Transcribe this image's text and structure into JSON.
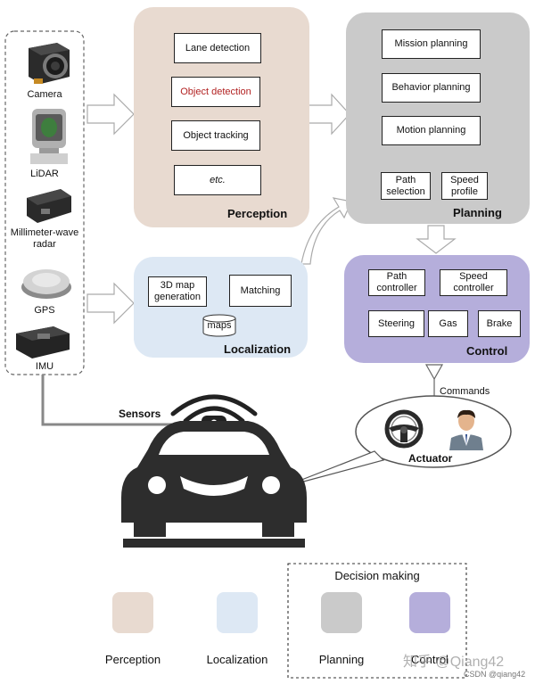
{
  "colors": {
    "perception": "#e8dad0",
    "localization": "#dde8f4",
    "planning": "#cacaca",
    "control": "#b5aedb",
    "object_detection_text": "#b22222"
  },
  "sensors": {
    "camera": "Camera",
    "lidar": "LiDAR",
    "radar_line1": "Millimeter-wave",
    "radar_line2": "radar",
    "gps": "GPS",
    "imu": "IMU",
    "group_label": "Sensors"
  },
  "perception": {
    "title": "Perception",
    "items": [
      "Lane detection",
      "Object detection",
      "Object tracking",
      "etc."
    ]
  },
  "planning": {
    "title": "Planning",
    "items": [
      "Mission planning",
      "Behavior planning",
      "Motion planning"
    ],
    "path_selection_line1": "Path",
    "path_selection_line2": "selection",
    "speed_profile_line1": "Speed",
    "speed_profile_line2": "profile"
  },
  "localization": {
    "title": "Localization",
    "map_gen_line1": "3D map",
    "map_gen_line2": "generation",
    "matching": "Matching",
    "maps": "maps"
  },
  "control": {
    "title": "Control",
    "path_ctrl_line1": "Path",
    "path_ctrl_line2": "controller",
    "speed_ctrl_line1": "Speed",
    "speed_ctrl_line2": "controller",
    "steering": "Steering",
    "gas": "Gas",
    "brake": "Brake"
  },
  "commands": "Commands",
  "actuator": "Actuator",
  "legend": {
    "decision_title": "Decision making",
    "items": [
      "Perception",
      "Localization",
      "Planning",
      "Control"
    ]
  },
  "watermark": "知乎 @Qiang42",
  "watermark_small": "CSDN @qiang42"
}
